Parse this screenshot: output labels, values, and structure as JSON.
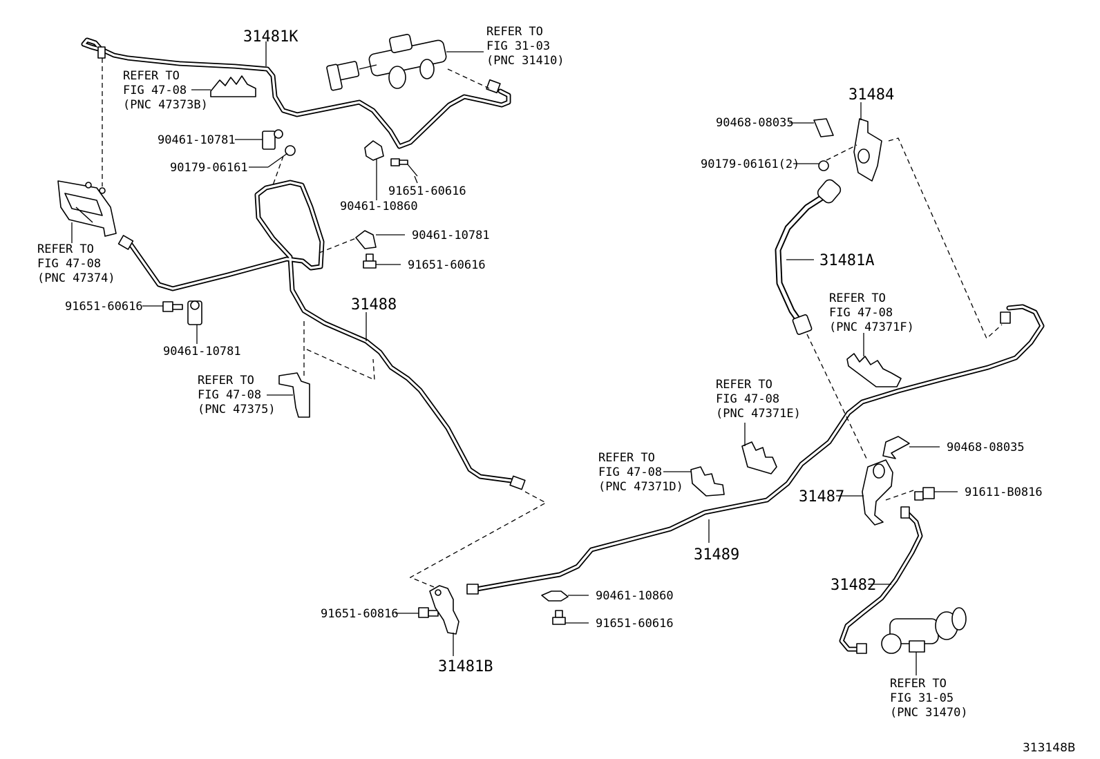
{
  "figure_code": "313148B",
  "callouts": {
    "p31481K": "31481K",
    "refer_47373B": [
      "REFER TO",
      "FIG 47-08",
      "(PNC 47373B)"
    ],
    "refer_31410": [
      "REFER TO",
      "FIG 31-03",
      "(PNC 31410)"
    ],
    "p90461_10781_a": "90461-10781",
    "p90179_06161": "90179-06161",
    "p91651_60616_a": "91651-60616",
    "p90461_10860_a": "90461-10860",
    "refer_47374": [
      "REFER TO",
      "FIG 47-08",
      "(PNC 47374)"
    ],
    "p90461_10781_b": "90461-10781",
    "p91651_60616_b": "91651-60616",
    "p91651_60616_c": "91651-60616",
    "p90461_10781_c": "90461-10781",
    "p31488": "31488",
    "refer_47375": [
      "REFER TO",
      "FIG 47-08",
      "(PNC 47375)"
    ],
    "p31484": "31484",
    "p90468_08035_a": "90468-08035",
    "p90179_06161_2": "90179-06161(2)",
    "p31481A": "31481A",
    "refer_47371F": [
      "REFER TO",
      "FIG 47-08",
      "(PNC 47371F)"
    ],
    "refer_47371E": [
      "REFER TO",
      "FIG 47-08",
      "(PNC 47371E)"
    ],
    "refer_47371D": [
      "REFER TO",
      "FIG 47-08",
      "(PNC 47371D)"
    ],
    "p90468_08035_b": "90468-08035",
    "p31487": "31487",
    "p91611_B0816": "91611-B0816",
    "p31489": "31489",
    "p31482": "31482",
    "p90461_10860_b": "90461-10860",
    "p91651_60616_d": "91651-60616",
    "p91651_60816": "91651-60816",
    "p31481B": "31481B",
    "refer_31470": [
      "REFER TO",
      "FIG 31-05",
      "(PNC 31470)"
    ]
  }
}
